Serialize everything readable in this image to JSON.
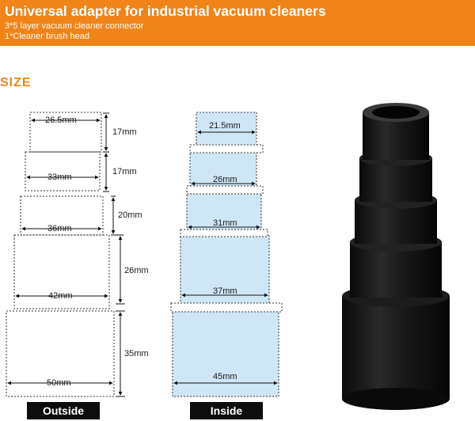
{
  "banner": {
    "title": "Universal adapter for industrial vacuum cleaners",
    "line1": "3*5 layer vacuum cleaner connector",
    "line2": "1*Cleaner brush head",
    "color": "#f08419"
  },
  "size_heading": "SIZE",
  "outside": {
    "widths": [
      "26.5mm",
      "33mm",
      "36mm",
      "42mm",
      "50mm"
    ],
    "heights": [
      "17mm",
      "17mm",
      "20mm",
      "26mm",
      "35mm"
    ],
    "label": "Outside"
  },
  "inside": {
    "widths": [
      "21.5mm",
      "26mm",
      "31mm",
      "37mm",
      "45mm"
    ],
    "label": "Inside",
    "fill_color": "#cfe6f7"
  },
  "product_image": "black-stepped-adapter"
}
